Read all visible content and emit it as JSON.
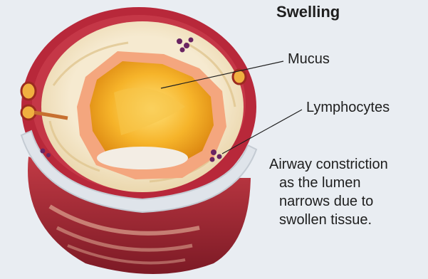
{
  "diagram": {
    "title": "Swelling",
    "labels": {
      "mucus": "Mucus",
      "lymphocytes": "Lymphocytes"
    },
    "caption": [
      "Airway constriction",
      "as the lumen",
      "narrows due to",
      "swollen tissue."
    ]
  },
  "colors": {
    "background": "#e9edf2",
    "outer_tissue": "#b8283a",
    "wall_tissue": "#f1e2bc",
    "inner_lining": "#f4a67e",
    "mucus": "#f1a91c",
    "cartilage_ring": "#dfe4ea",
    "lymphocyte": "#6a2462"
  }
}
